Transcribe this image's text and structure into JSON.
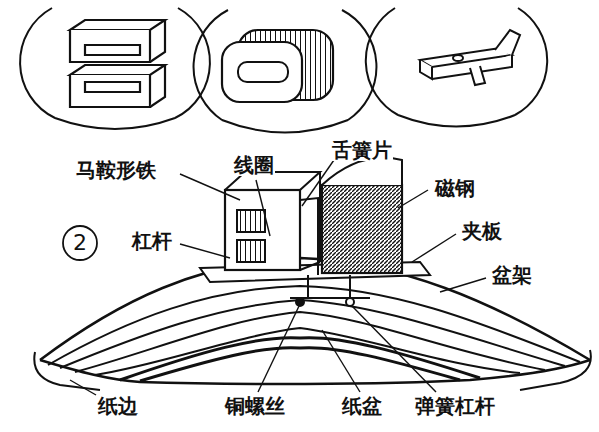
{
  "diagram": {
    "labels": [
      "马鞍形铁",
      "线圈",
      "舌簧片",
      "磁钢",
      "杠杆",
      "夹板",
      "盆架",
      "纸边",
      "铜螺丝",
      "纸盆",
      "弹簧杠杆",
      "2"
    ]
  }
}
